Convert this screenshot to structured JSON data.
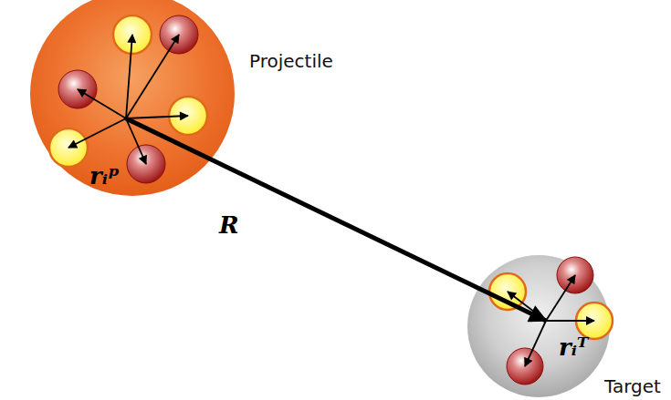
{
  "diagram": {
    "nodes": [
      {
        "text": [
          "Projectile"
        ]
      },
      {
        "text": [
          "Target"
        ]
      }
    ],
    "edges": [
      {
        "from": 0,
        "to": 1,
        "arrow": "to",
        "label": "R"
      }
    ],
    "labels": [
      "rᵢᵖ",
      "rᵢᵀ"
    ]
  }
}
